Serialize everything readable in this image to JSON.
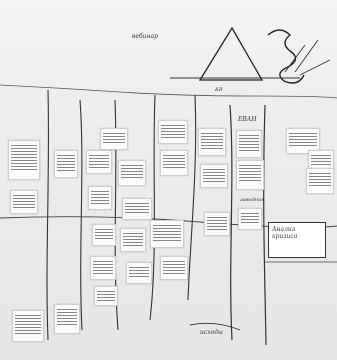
{
  "labels": {
    "top_note": "вебинар",
    "column_center": "",
    "kb_tag": "КВ",
    "evan_tag": "ЕВАН",
    "zavodnik": "заводник",
    "crisis_title": "Анализ кризиса",
    "bottom_label": "исходы"
  }
}
